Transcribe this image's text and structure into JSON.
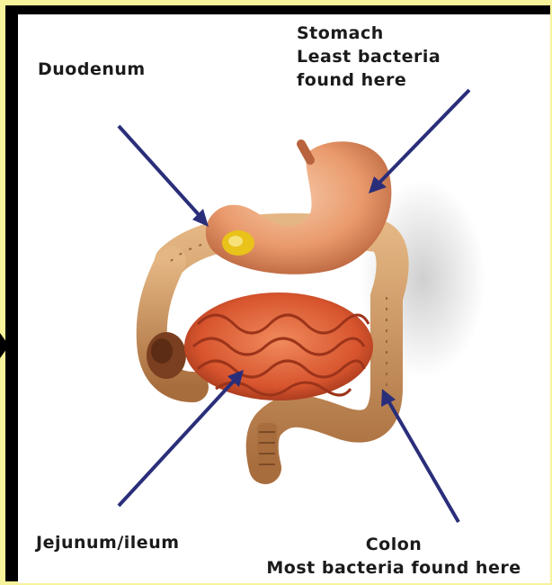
{
  "labels": {
    "duodenum": "Duodenum",
    "stomach": [
      "Stomach",
      "Least bacteria",
      "found here"
    ],
    "jejunum": "Jejunum/ileum",
    "colon": [
      "Colon",
      "Most bacteria found here"
    ]
  },
  "colors": {
    "background": "#f7f39a",
    "arrow": "#2a2e7a",
    "stomach": "#e99a6c",
    "small_intestine": "#d8552e",
    "colon": "#c9935c"
  }
}
